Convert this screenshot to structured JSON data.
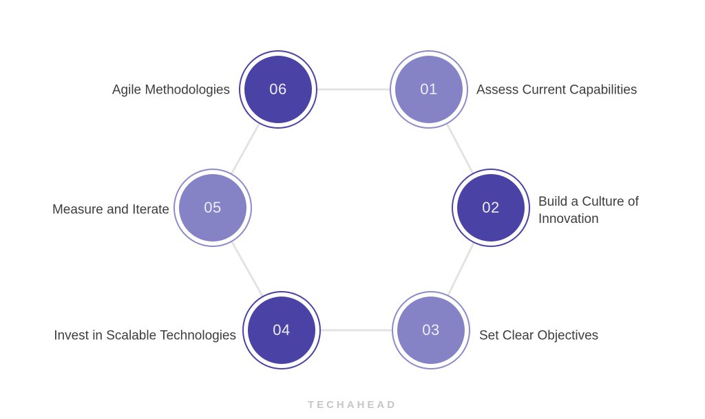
{
  "page": {
    "background": "#ffffff"
  },
  "brand": {
    "logo_text": "TECHAHEAD",
    "logo_color": "#c6c6c6"
  },
  "colors": {
    "dark_circle": "#4b42a5",
    "light_circle": "#8583c6",
    "light_circle_ring": "#8c8aca",
    "connector_line": "#e3e3e3",
    "label_text": "#3d3d3d",
    "number_text": "#eeedf8"
  },
  "diagram": {
    "type": "cycle-hexagon",
    "nodes": [
      {
        "number": "01",
        "label": "Assess Current Capabilities",
        "tone": "light",
        "label_side": "right"
      },
      {
        "number": "02",
        "label": "Build a Culture of Innovation",
        "tone": "dark",
        "label_side": "right"
      },
      {
        "number": "03",
        "label": "Set Clear Objectives",
        "tone": "light",
        "label_side": "right"
      },
      {
        "number": "04",
        "label": "Invest in Scalable Technologies",
        "tone": "dark",
        "label_side": "left"
      },
      {
        "number": "05",
        "label": "Measure and Iterate",
        "tone": "light",
        "label_side": "left"
      },
      {
        "number": "06",
        "label": "Agile Methodologies",
        "tone": "dark",
        "label_side": "left"
      }
    ]
  }
}
